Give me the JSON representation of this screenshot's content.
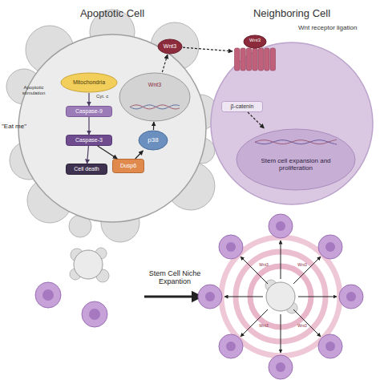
{
  "diagram": {
    "nodes": [
      {
        "text": [
          "Apoptotic Cell"
        ]
      },
      {
        "text": [
          "Mitochondria"
        ],
        "in": 0
      },
      {
        "text": [
          "Caspase-9"
        ],
        "in": 0
      },
      {
        "text": [
          "Caspase-3"
        ],
        "in": 0
      },
      {
        "text": [
          "Cell death"
        ],
        "in": 0
      },
      {
        "text": [
          "Wnt3"
        ],
        "in": 0
      },
      {
        "text": [
          "p38"
        ],
        "in": 0
      },
      {
        "text": [
          "Dusp6"
        ],
        "in": 0
      },
      {
        "text": [
          "Wnt3"
        ]
      },
      {
        "text": [
          "Neighboring Cell"
        ]
      },
      {
        "text": [
          "Wnt3"
        ],
        "in": 9
      },
      {
        "text": [
          "β-catenin"
        ],
        "in": 9
      },
      {
        "text": [
          "Stem cell expansion and proliferation"
        ],
        "in": 9
      }
    ],
    "edges": [
      {
        "from": 1,
        "to": 2,
        "arrow": "to"
      },
      {
        "from": 2,
        "to": 3,
        "arrow": "to"
      },
      {
        "from": 3,
        "to": 4,
        "arrow": "to"
      },
      {
        "from": 3,
        "to": 7,
        "arrow": "to"
      },
      {
        "from": 7,
        "to": 6,
        "arrow": "to"
      },
      {
        "from": 6,
        "to": 5,
        "arrow": "to"
      },
      {
        "from": 5,
        "to": 8,
        "arrow": "to"
      },
      {
        "from": 8,
        "to": 10,
        "arrow": "to"
      },
      {
        "from": 11,
        "to": 12,
        "arrow": "to"
      }
    ],
    "labels": [
      "Apoptotic stimulation",
      "Cyt. c",
      "\"Eat me\"",
      "Wnt receptor ligation",
      "Stem Cell Niche Expantion",
      "Wnt3",
      "Wnt3",
      "Wnt3",
      "Wnt3"
    ]
  }
}
